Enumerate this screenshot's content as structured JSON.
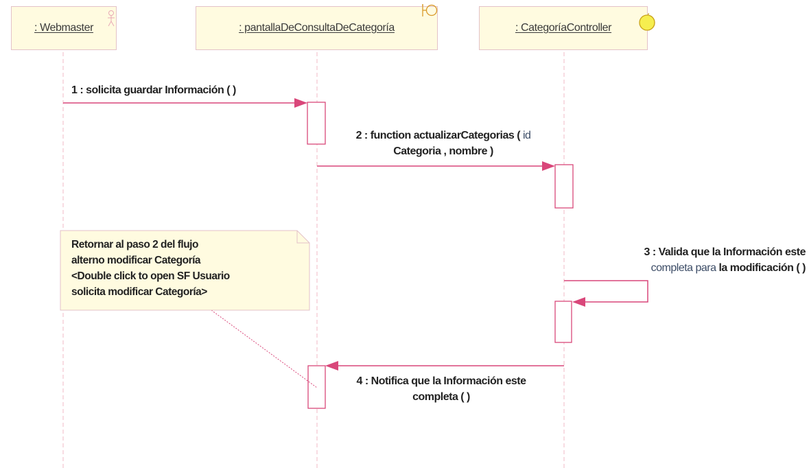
{
  "lifelines": [
    {
      "name": ": Webmaster",
      "kind": "actor"
    },
    {
      "name": ": pantallaDeConsultaDeCategoría",
      "kind": "boundary"
    },
    {
      "name": ": CategoríaController",
      "kind": "control"
    }
  ],
  "messages": {
    "m1": {
      "text": "1 : solicita guardar Información (  )"
    },
    "m2": {
      "line1": "2 : function actualizarCategorias ( ",
      "line1_light": "id",
      "line2": "Categoria , nombre )"
    },
    "m3": {
      "line1": "3 : Valida que la Información este",
      "line2_light": "completa para ",
      "line2": "la modificación (  )"
    },
    "m4": {
      "line1": "4 : Notifica que la Información este",
      "line2": "completa (  )"
    }
  },
  "note": {
    "lines": [
      "Retornar al paso 2 del flujo",
      "alterno modificar Categoría",
      "<Double click to open SF Usuario",
      "solicita modificar Categoría>"
    ]
  },
  "colors": {
    "line": "#d9477a",
    "lifeline_dash": "#f0b9c6",
    "box_fill": "#fffbe0",
    "box_border": "#e3c2c8"
  }
}
